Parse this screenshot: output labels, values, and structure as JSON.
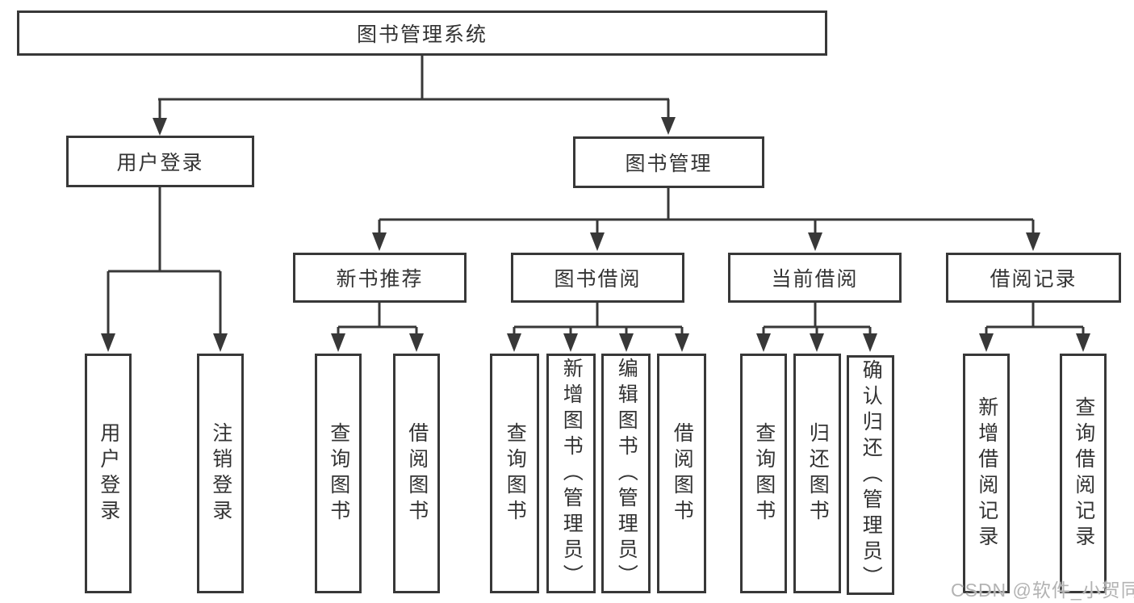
{
  "tree": {
    "root": "图书管理系统",
    "level2": [
      "用户登录",
      "图书管理"
    ],
    "level3": [
      "新书推荐",
      "图书借阅",
      "当前借阅",
      "借阅记录"
    ],
    "leaves": {
      "g1": [
        "用户登录",
        "注销登录"
      ],
      "g2": [
        "查询图书",
        "借阅图书"
      ],
      "g3": [
        "查询图书",
        "新增图书（管理员）",
        "编辑图书（管理员）",
        "借阅图书"
      ],
      "g4": [
        "查询图书",
        "归还图书",
        "确认归还（管理员）"
      ],
      "g5": [
        "新增借阅记录",
        "查询借阅记录"
      ]
    }
  },
  "watermark": "CSDN @软件_小贺同学",
  "colors": {
    "line": "#383838",
    "text": "#333333",
    "watermark": "#b3b3b3",
    "background": "#ffffff"
  }
}
